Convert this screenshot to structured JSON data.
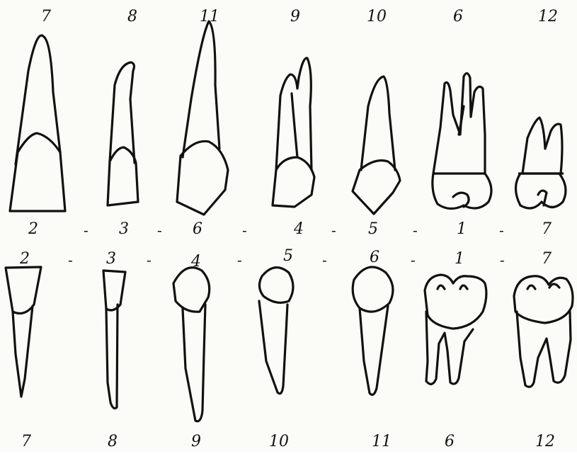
{
  "top_numbers": [
    "7",
    "8",
    "11",
    "9",
    "10",
    "6",
    "12"
  ],
  "upper_row_sequence": [
    "2",
    "-",
    "3",
    "-",
    "6",
    "-",
    "4",
    "-",
    "5",
    "-",
    "1",
    "-",
    "7"
  ],
  "lower_row_sequence": [
    "2",
    "-",
    "3",
    "-",
    "4",
    "-",
    "5",
    "-",
    "6",
    "-",
    "1",
    "-",
    "7"
  ],
  "bottom_numbers": [
    "7",
    "8",
    "9",
    "10",
    "11",
    "6",
    "12"
  ]
}
